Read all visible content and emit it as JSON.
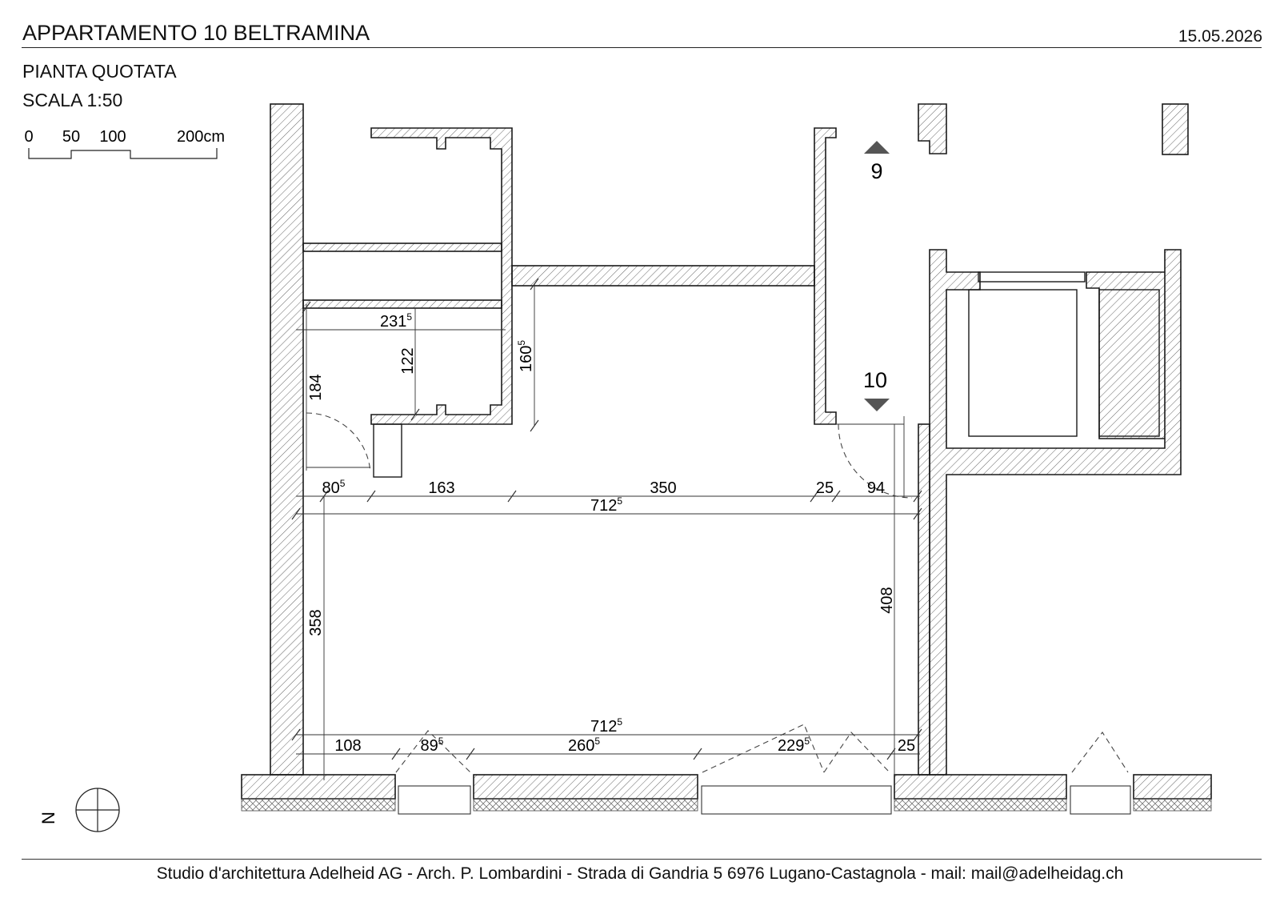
{
  "header": {
    "title": "APPARTAMENTO 10 BELTRAMINA",
    "date": "15.05.2026",
    "subtitle": "PIANTA QUOTATA",
    "scale": "SCALA 1:50"
  },
  "scalebar": {
    "ticks": [
      "0",
      "50",
      "100",
      "200cm"
    ]
  },
  "plan": {
    "section_markers": [
      "9",
      "10"
    ],
    "north_label": "N",
    "dimensions": {
      "d_231": "231",
      "d_122": "122",
      "d_160": "160",
      "d_184": "184",
      "d_80": "80",
      "d_163": "163",
      "d_350": "350",
      "d_25_top": "25",
      "d_94": "94",
      "d_712_top": "712",
      "d_358": "358",
      "d_408": "408",
      "d_712_bottom": "712",
      "d_108": "108",
      "d_89": "89",
      "d_260": "260",
      "d_229": "229",
      "d_25_bottom": "25"
    },
    "half_centimetre_superscript": "5"
  },
  "footer": {
    "text": "Studio d'architettura Adelheid AG - Arch. P. Lombardini - Strada di Gandria 5 6976 Lugano-Castagnola - mail: mail@adelheidag.ch"
  },
  "colors": {
    "line": "#1a1a1a",
    "hatch": "#555555",
    "marker": "#555555"
  }
}
